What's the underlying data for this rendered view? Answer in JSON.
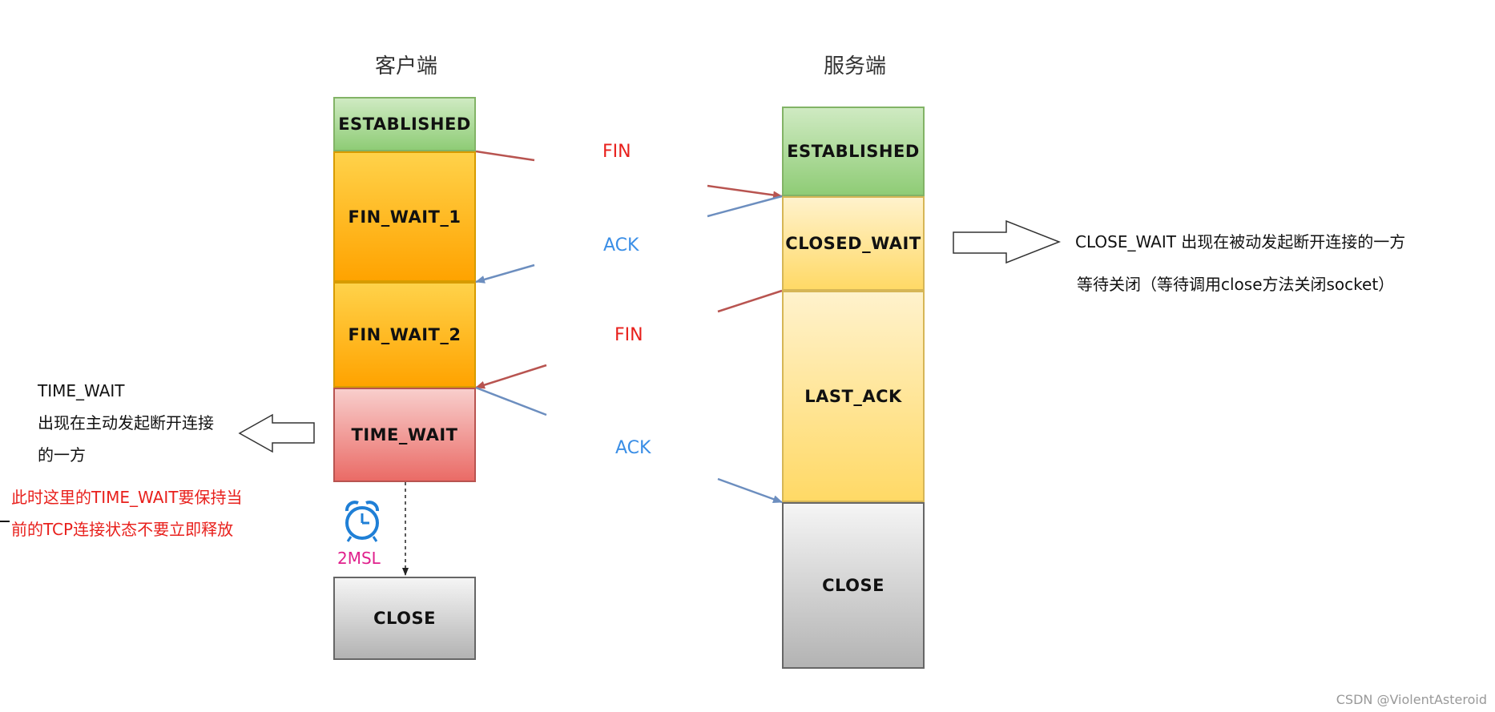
{
  "client": {
    "title": "客户端",
    "states": [
      "ESTABLISHED",
      "FIN_WAIT_1",
      "FIN_WAIT_2",
      "TIME_WAIT",
      "CLOSE"
    ]
  },
  "server": {
    "title": "服务端",
    "states": [
      "ESTABLISHED",
      "CLOSED_WAIT",
      "LAST_ACK",
      "CLOSE"
    ]
  },
  "messages": {
    "fin1": "FIN",
    "ack1": "ACK",
    "fin2": "FIN",
    "ack2": "ACK"
  },
  "timer": {
    "label": "2MSL"
  },
  "notes": {
    "time_wait_title": "TIME_WAIT",
    "time_wait_line1": "出现在主动发起断开连接",
    "time_wait_line2": "的一方",
    "time_wait_red1": "此时这里的TIME_WAIT要保持当",
    "time_wait_red2": "前的TCP连接状态不要立即释放",
    "close_wait_line1": "CLOSE_WAIT 出现在被动发起断开连接的一方",
    "close_wait_line2": "等待关闭（等待调用close方法关闭socket）"
  },
  "colors": {
    "fin": "#e8201c",
    "ack": "#3a8ee6",
    "fin_arrow": "#b85450",
    "ack_arrow": "#6c8ebf",
    "timer": "#1f7fd6",
    "timer_label": "#e0208c"
  },
  "watermark": "CSDN @ViolentAsteroid"
}
